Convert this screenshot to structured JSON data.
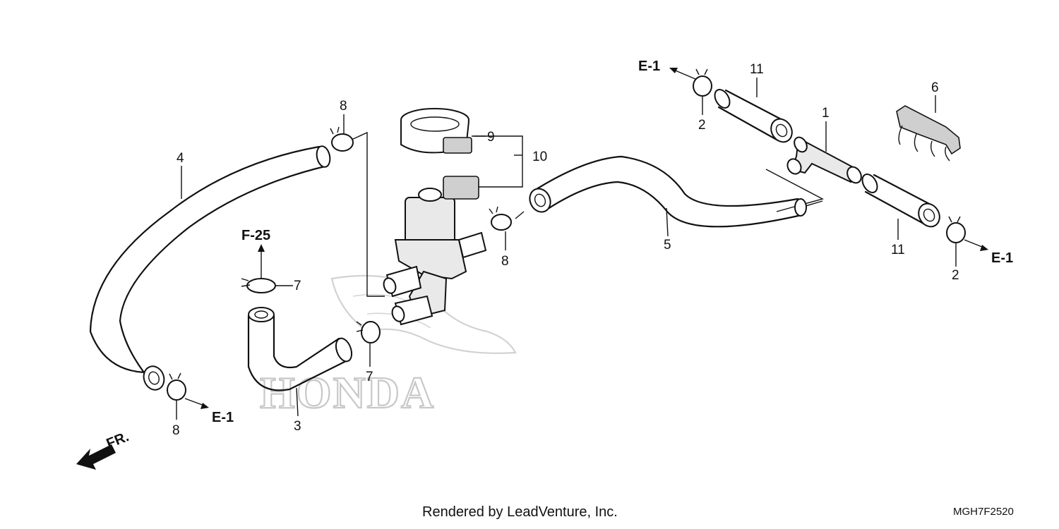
{
  "callouts": {
    "c1": "1",
    "c2a": "2",
    "c2b": "2",
    "c3": "3",
    "c4": "4",
    "c5": "5",
    "c6": "6",
    "c7a": "7",
    "c7b": "7",
    "c8a": "8",
    "c8b": "8",
    "c8c": "8",
    "c9": "9",
    "c10": "10",
    "c11a": "11",
    "c11b": "11"
  },
  "refs": {
    "e1_top": "E-1",
    "e1_right": "E-1",
    "e1_bottom": "E-1",
    "f25": "F-25"
  },
  "direction": {
    "label": "FR."
  },
  "watermark": {
    "text": "HONDA"
  },
  "footer": {
    "credit": "Rendered by LeadVenture, Inc.",
    "diagram_code": "MGH7F2520"
  }
}
